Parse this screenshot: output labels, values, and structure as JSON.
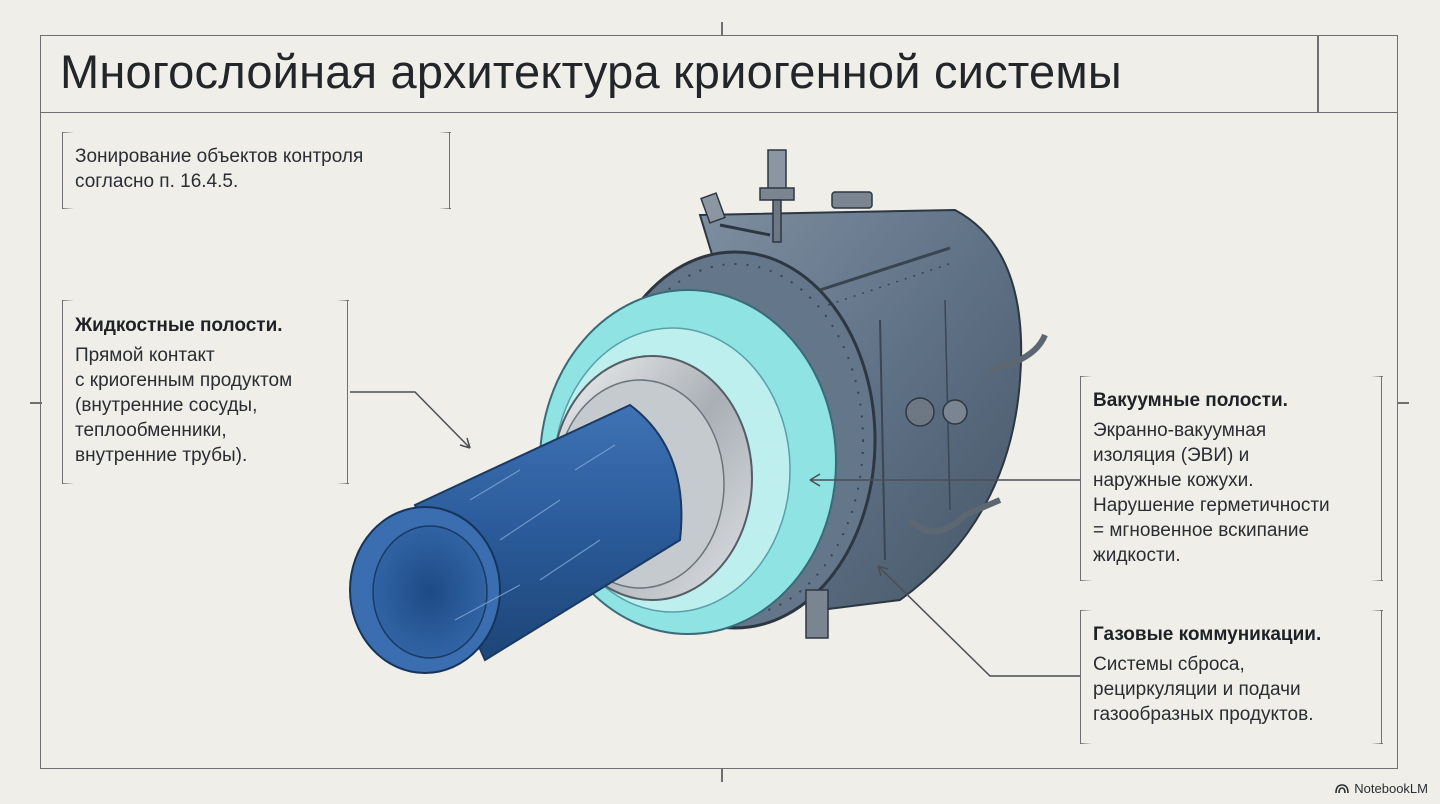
{
  "title": "Многослойная архитектура криогенной системы",
  "callouts": {
    "zoning": {
      "body": "Зонирование объектов контроля\nсогласно п. 16.4.5."
    },
    "liquid": {
      "heading": "Жидкостные полости.",
      "body": "Прямой контакт\nс криогенным продуктом\n(внутренние сосуды,\nтеплообменники,\nвнутренние трубы)."
    },
    "vacuum": {
      "heading": "Вакуумные полости.",
      "body": "Экранно-вакуумная\nизоляция (ЭВИ) и\nнаружные кожухи.\nНарушение герметичности\n= мгновенное вскипание\nжидкости."
    },
    "gas": {
      "heading": "Газовые коммуникации.",
      "body": "Системы сброса,\nрециркуляции и подачи\nгазообразных продуктов."
    }
  },
  "brand": "NotebookLM",
  "colors": {
    "background": "#efeee8",
    "frame": "#6d6f70",
    "inner_pipe": "#2f5f9f",
    "insulation": "#8fe3e3",
    "shell": "#5d6f84"
  },
  "icons": [
    "notebooklm-logo-icon"
  ]
}
